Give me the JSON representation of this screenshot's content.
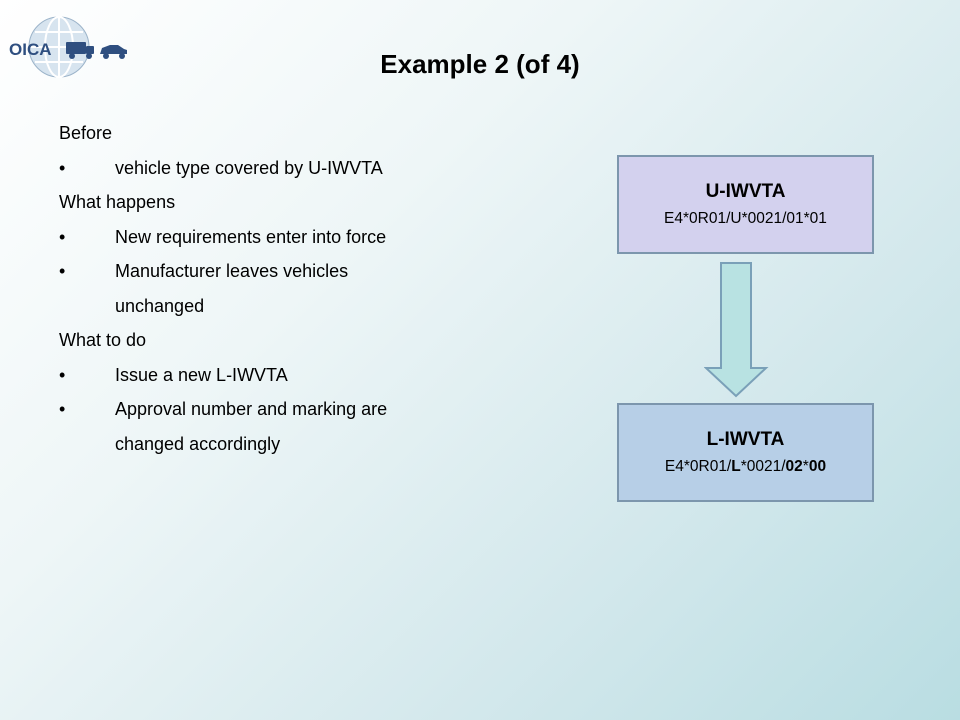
{
  "logo": {
    "text": "OICA"
  },
  "title": "Example 2 (of 4)",
  "content": {
    "section_before": "Before",
    "bullet_1": "vehicle type covered by U-IWVTA",
    "section_happens": "What happens",
    "bullet_2": "New requirements enter into force",
    "bullet_3_line1": "Manufacturer leaves vehicles",
    "bullet_3_line2": "unchanged",
    "section_todo": "What to do",
    "bullet_4": "Issue a new L-IWVTA",
    "bullet_5_line1": "Approval number and marking are",
    "bullet_5_line2": "changed accordingly",
    "bullet_char": "•"
  },
  "diagram": {
    "box_top": {
      "title": "U-IWVTA",
      "code": "E4*0R01/U*0021/01*01"
    },
    "box_bottom": {
      "title": "L-IWVTA",
      "code_parts": [
        "E4*0R01/",
        "L",
        "*0021/",
        "02",
        "*",
        "00"
      ]
    },
    "arrow_color": "#b8e2e2",
    "arrow_stroke": "#7aa0b8"
  }
}
